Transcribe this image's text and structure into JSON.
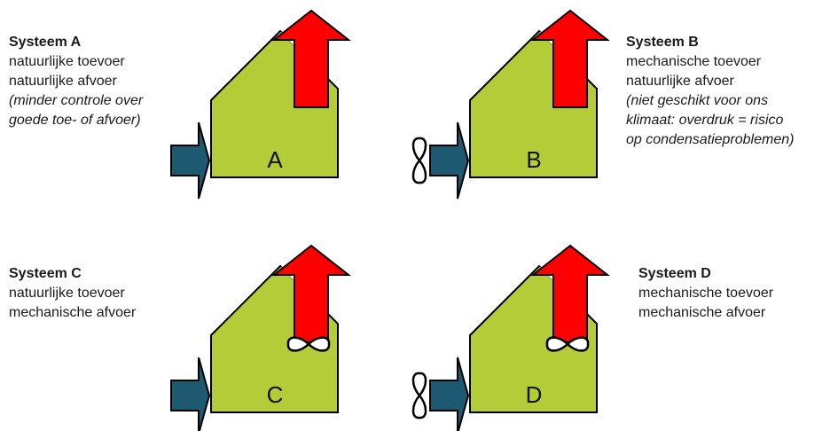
{
  "colors": {
    "house_fill": "#b3cc37",
    "house_stroke": "#000000",
    "supply_arrow": "#1d5a72",
    "exhaust_arrow": "#ff0000",
    "fan_fill": "#ffffff",
    "fan_stroke": "#000000"
  },
  "systems": [
    {
      "id": "A",
      "title": "Systeem A",
      "lines": [
        "natuurlijke toevoer",
        "natuurlijke afvoer"
      ],
      "note": [
        "(minder controle over",
        "goede toe- of afvoer)"
      ],
      "letter": "A",
      "supply": "natural",
      "exhaust": "natural"
    },
    {
      "id": "B",
      "title": "Systeem B",
      "lines": [
        "mechanische toevoer",
        "natuurlijke afvoer"
      ],
      "note": [
        "(niet geschikt voor ons",
        "klimaat: overdruk = risico",
        "op condensatieproblemen)"
      ],
      "letter": "B",
      "supply": "mechanical",
      "exhaust": "natural"
    },
    {
      "id": "C",
      "title": "Systeem C",
      "lines": [
        "natuurlijke toevoer",
        "mechanische afvoer"
      ],
      "note": [],
      "letter": "C",
      "supply": "natural",
      "exhaust": "mechanical"
    },
    {
      "id": "D",
      "title": "Systeem D",
      "lines": [
        "mechanische toevoer",
        "mechanische afvoer"
      ],
      "note": [],
      "letter": "D",
      "supply": "mechanical",
      "exhaust": "mechanical"
    }
  ]
}
